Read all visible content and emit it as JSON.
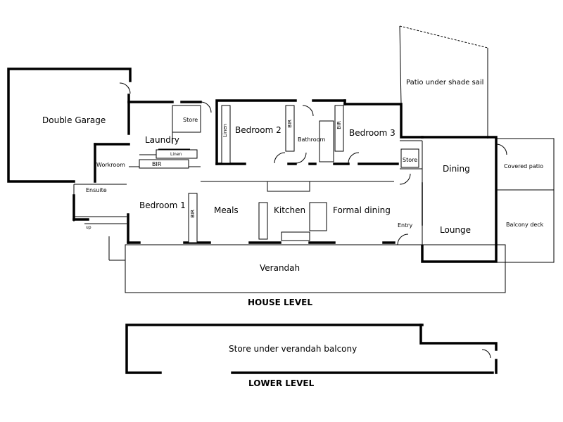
{
  "house_level": {
    "heading": "HOUSE LEVEL",
    "rooms": {
      "double_garage": "Double Garage",
      "laundry": "Laundry",
      "store_laundry": "Store",
      "linen_laundry": "Linen",
      "bir_laundry": "BIR",
      "workroom": "Workroom",
      "ensuite": "Ensuite",
      "up": "up",
      "bedroom1": "Bedroom 1",
      "bir_bed1": "BIR",
      "linen_bed2": "Linen",
      "bedroom2": "Bedroom 2",
      "bir_bed2": "BIR",
      "bathroom": "Bathroom",
      "bir_bed3": "BIR",
      "bedroom3": "Bedroom 3",
      "patio": "Patio under shade sail",
      "store_entry": "Store",
      "dining": "Dining",
      "covered_patio": "Covered patio",
      "balcony_deck": "Balcony deck",
      "meals": "Meals",
      "kitchen": "Kitchen",
      "formal_dining": "Formal dining",
      "entry": "Entry",
      "lounge": "Lounge",
      "verandah": "Verandah"
    }
  },
  "lower_level": {
    "heading": "LOWER LEVEL",
    "rooms": {
      "store_under_verandah": "Store under verandah balcony"
    }
  }
}
